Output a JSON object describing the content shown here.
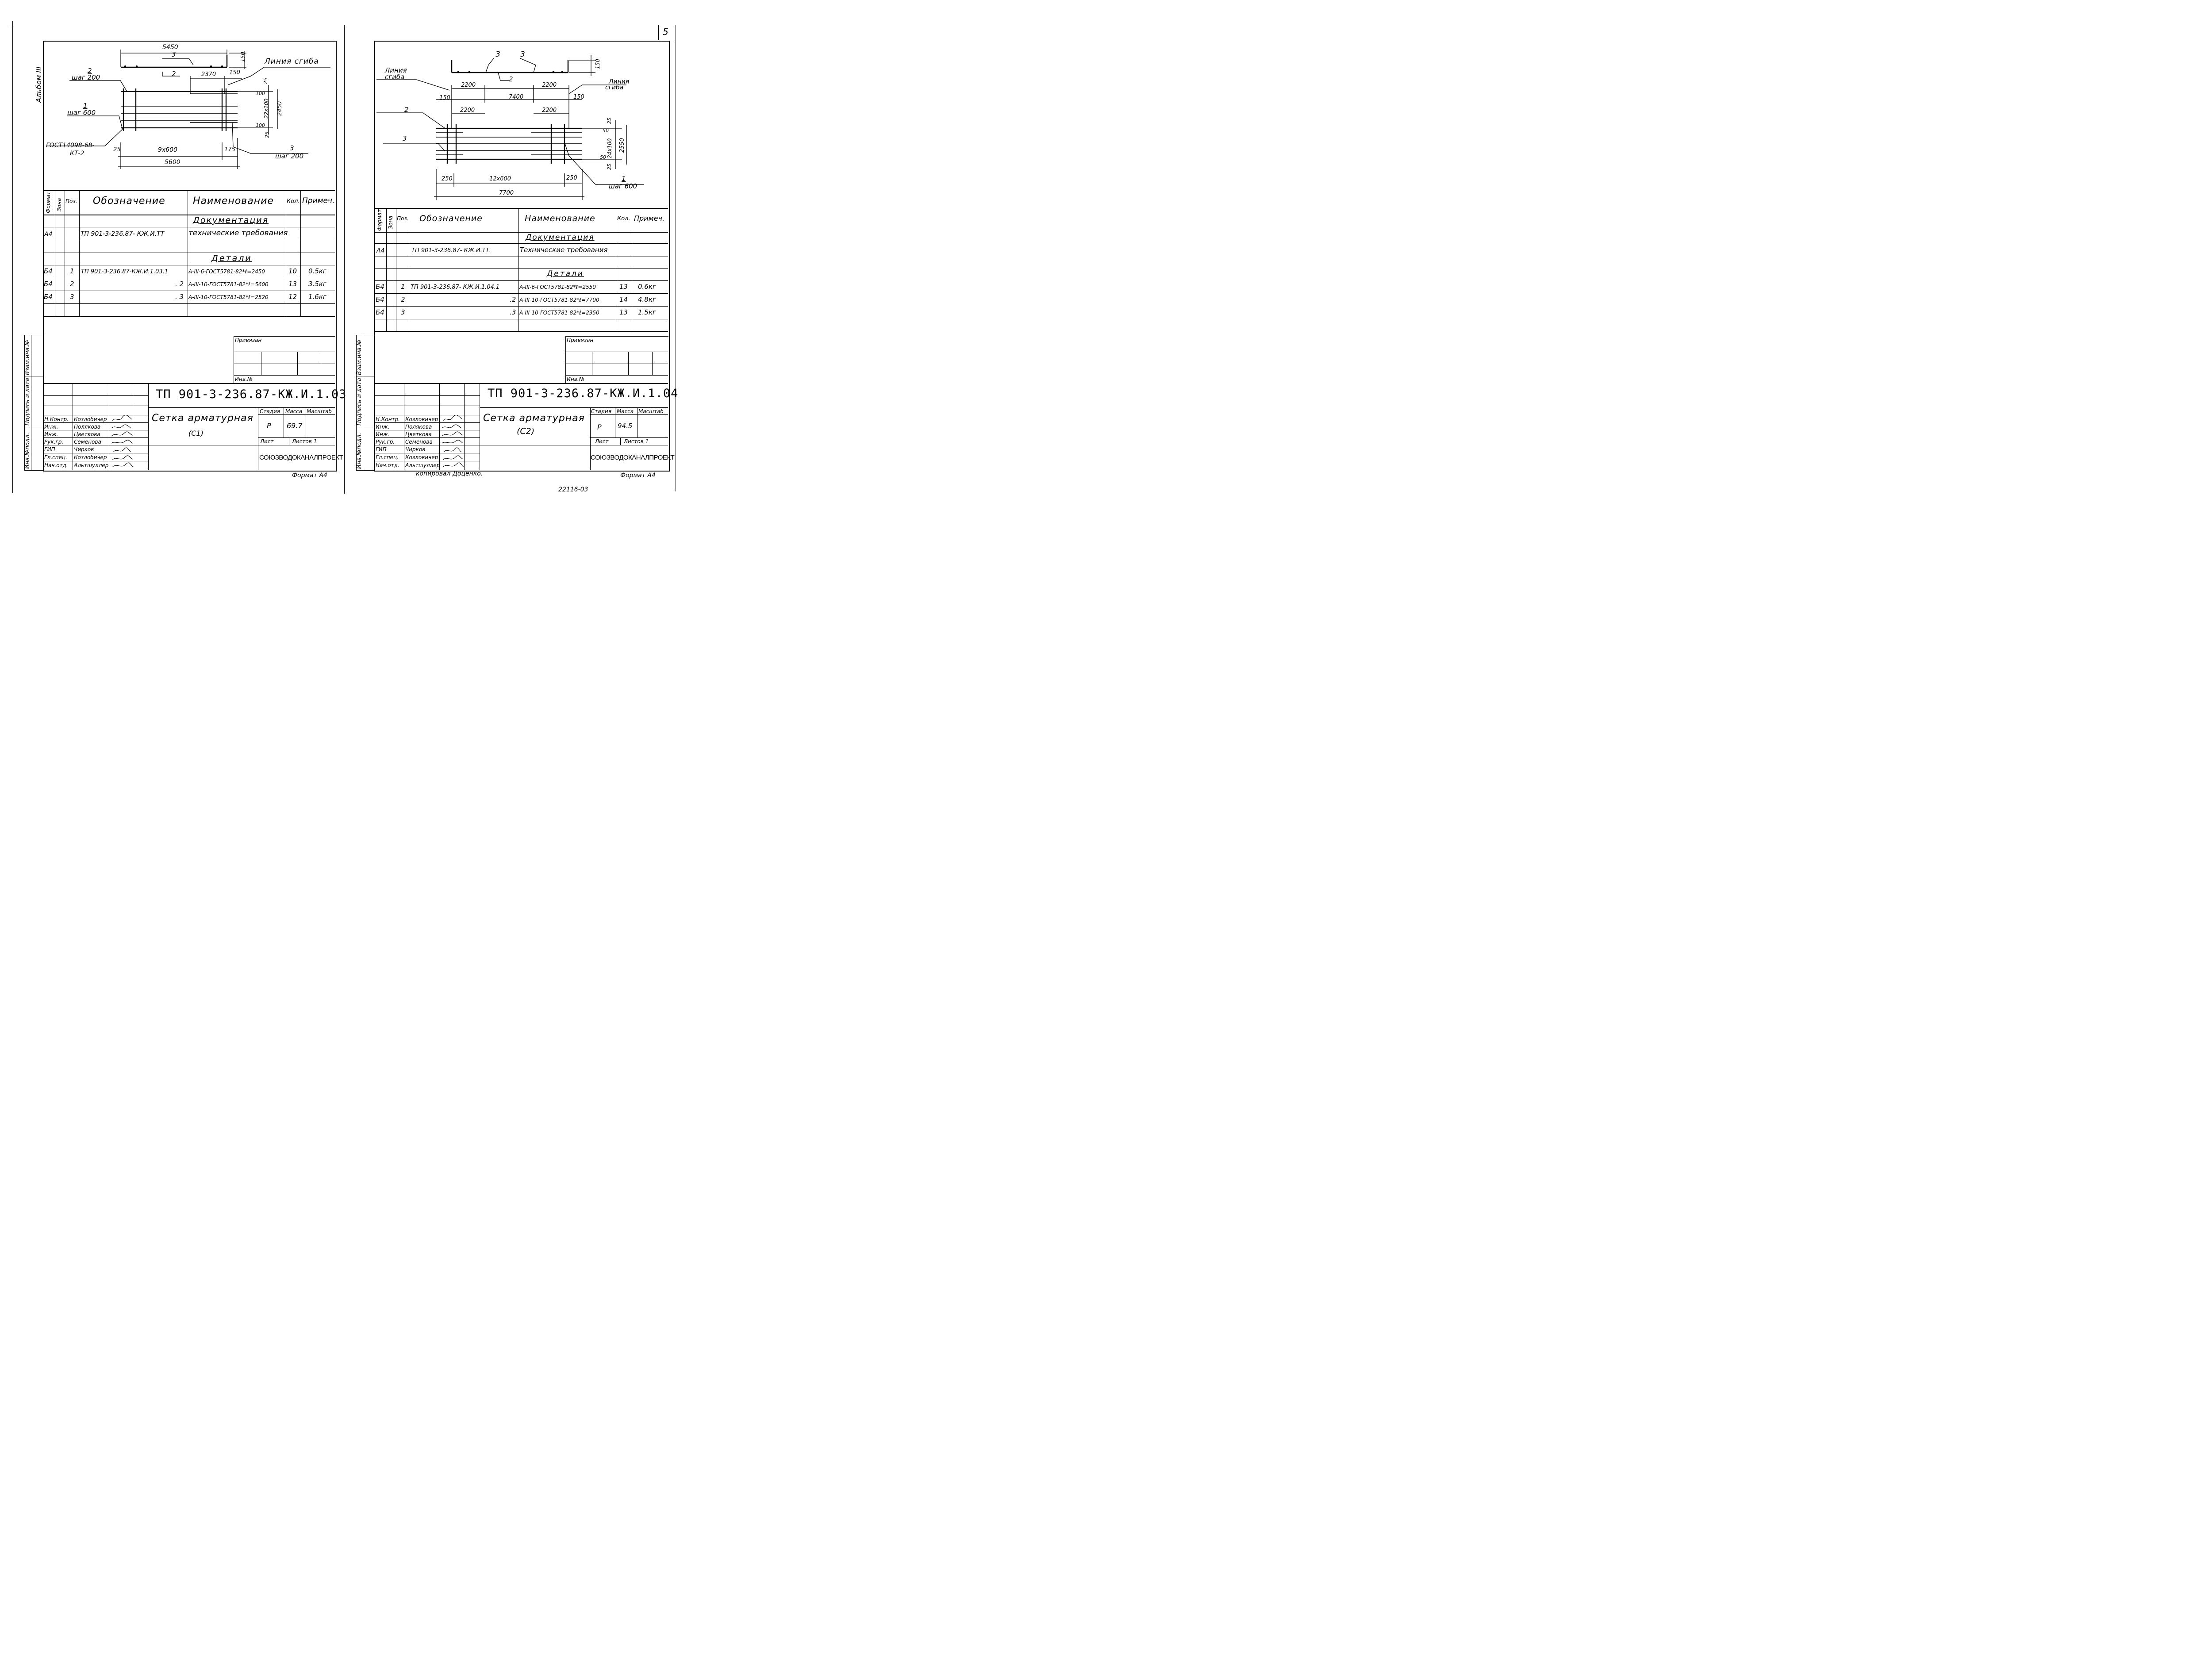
{
  "page_number": "5",
  "left": {
    "album": "Альбом III",
    "drawing": {
      "dim_total_top": "5450",
      "pos3": "3",
      "dim_150_top": "150",
      "bend_line": "Линия сгиба",
      "pos2_label": "2",
      "pos2_step": "шаг 200",
      "pos2_inner": "2",
      "dim_2370": "2370",
      "dim_150": "150",
      "dim_25_top": "25",
      "dim_100_top": "100",
      "dim_22x100": "22x100",
      "dim_2450": "2450",
      "dim_100_bot": "100",
      "dim_25_bot": "25",
      "pos1_label": "1",
      "pos1_step": "шаг 600",
      "gost_ref": "ГОСТ14098-68-",
      "gost_kt": "КТ-2",
      "dim_25_left": "25",
      "dim_9x600": "9x600",
      "dim_175": "175",
      "pos3_label": "3",
      "pos3_step": "шаг 200",
      "dim_total_bottom": "5600"
    },
    "spec": {
      "headers": {
        "format": "Формат",
        "zone": "Зона",
        "pos": "Поз.",
        "designation": "Обозначение",
        "name": "Наименование",
        "qty": "Кол.",
        "note": "Примеч."
      },
      "section_docs": "Документация",
      "doc_row": {
        "format": "А4",
        "designation": "ТП 901-3-236.87- КЖ.И.ТТ",
        "name": "технические требования"
      },
      "section_parts": "Детали",
      "rows": [
        {
          "format": "Б4",
          "pos": "1",
          "designation": "ТП 901-3-236.87-КЖ.И.1.03.1",
          "name": "А-III-6-ГОСТ5781-82*ℓ=2450",
          "qty": "10",
          "note": "0.5кг"
        },
        {
          "format": "Б4",
          "pos": "2",
          "designation": ". 2",
          "name": "А-III-10-ГОСТ5781-82*ℓ=5600",
          "qty": "13",
          "note": "3.5кг"
        },
        {
          "format": "Б4",
          "pos": "3",
          "designation": ". 3",
          "name": "А-III-10-ГОСТ5781-82*ℓ=2520",
          "qty": "12",
          "note": "1.6кг"
        }
      ]
    },
    "side_stamp": {
      "inv_orig": "Инв.№подл.",
      "sign_date": "Подпись и дата",
      "replace_inv": "Взам.инв.№"
    },
    "privyazan": "Привязан",
    "inv_no": "Инв.№",
    "title_block": {
      "code": "ТП 901-3-236.87-КЖ.И.1.03",
      "title": "Сетка арматурная",
      "subtitle": "(С1)",
      "stage_h": "Стадия",
      "mass_h": "Масса",
      "scale_h": "Масштаб",
      "stage": "Р",
      "mass": "69.7",
      "sheet_h": "Лист",
      "sheets_h": "Листов 1",
      "org": "СОЮЗВОДОКАНАЛПРОЕКТ",
      "roles": [
        "Н.Контр.",
        "Инж.",
        "Инж.",
        "Рук.гр.",
        "ГИП",
        "Гл.спец.",
        "Нач.отд."
      ],
      "names": [
        "Козлобичер",
        "Полякова",
        "Цветкова",
        "Семенова",
        "Чирков",
        "Козлобичер",
        "Альтшуллер"
      ]
    },
    "format": "Формат А4"
  },
  "right": {
    "drawing": {
      "pos3a": "3",
      "pos3b": "3",
      "dim_150_top": "150",
      "bend_line_l1": "Линия",
      "bend_line_l2": "сгиба",
      "bend_line_r1": "Линия",
      "bend_line_r2": "сгиба",
      "pos2_inner": "2",
      "dim_2200_a": "2200",
      "dim_2200_b": "2200",
      "dim_150_l": "150",
      "dim_7400": "7400",
      "dim_150_r": "150",
      "pos2_label": "2",
      "dim_2200_c": "2200",
      "dim_2200_d": "2200",
      "pos3_label": "3",
      "dim_25_top": "25",
      "dim_50_top": "50",
      "dim_24x100": "24x100",
      "dim_2550": "2550",
      "dim_50_bot": "50",
      "dim_25_bot": "25",
      "dim_250_l": "250",
      "dim_12x600": "12x600",
      "dim_250_r": "250",
      "pos1_label": "1",
      "pos1_step": "шаг 600",
      "dim_total": "7700"
    },
    "spec": {
      "headers": {
        "format": "Формат",
        "zone": "Зона",
        "pos": "Поз.",
        "designation": "Обозначение",
        "name": "Наименование",
        "qty": "Кол.",
        "note": "Примеч."
      },
      "section_docs": "Документация",
      "doc_row": {
        "format": "А4",
        "designation": "ТП 901-3-236.87- КЖ.И.ТТ.",
        "name": "Технические требования"
      },
      "section_parts": "Детали",
      "rows": [
        {
          "format": "Б4",
          "pos": "1",
          "designation": "ТП 901-3-236.87- КЖ.И.1.04.1",
          "name": "А-III-6-ГОСТ5781-82*ℓ=2550",
          "qty": "13",
          "note": "0.6кг"
        },
        {
          "format": "Б4",
          "pos": "2",
          "designation": ".2",
          "name": "А-III-10-ГОСТ5781-82*ℓ=7700",
          "qty": "14",
          "note": "4.8кг"
        },
        {
          "format": "Б4",
          "pos": "3",
          "designation": ".3",
          "name": "А-III-10-ГОСТ5781-82*ℓ=2350",
          "qty": "13",
          "note": "1.5кг"
        }
      ]
    },
    "side_stamp": {
      "inv_orig": "Инв.№подл.",
      "sign_date": "Подпись и дата",
      "replace_inv": "Взам.инв.№"
    },
    "privyazan": "Привязан",
    "inv_no": "Инв.№",
    "title_block": {
      "code": "ТП 901-3-236.87-КЖ.И.1.04",
      "title": "Сетка арматурная",
      "subtitle": "(С2)",
      "stage_h": "Стадия",
      "mass_h": "Масса",
      "scale_h": "Масштаб",
      "stage": "Р",
      "mass": "94.5",
      "sheet_h": "Лист",
      "sheets_h": "Листов 1",
      "org": "СОЮЗВОДОКАНАЛПРОЕКТ",
      "roles": [
        "Н.Контр.",
        "Инж.",
        "Инж.",
        "Рук.гр.",
        "ГИП",
        "Гл.спец.",
        "Нач.отд."
      ],
      "names": [
        "Козловичер",
        "Полякова",
        "Цветкова",
        "Семенова",
        "Чирков",
        "Козловичер",
        "Альтшуллер"
      ]
    },
    "copied_by": "копировал Доценко.",
    "format": "Формат А4",
    "archive_no": "22116-03"
  }
}
